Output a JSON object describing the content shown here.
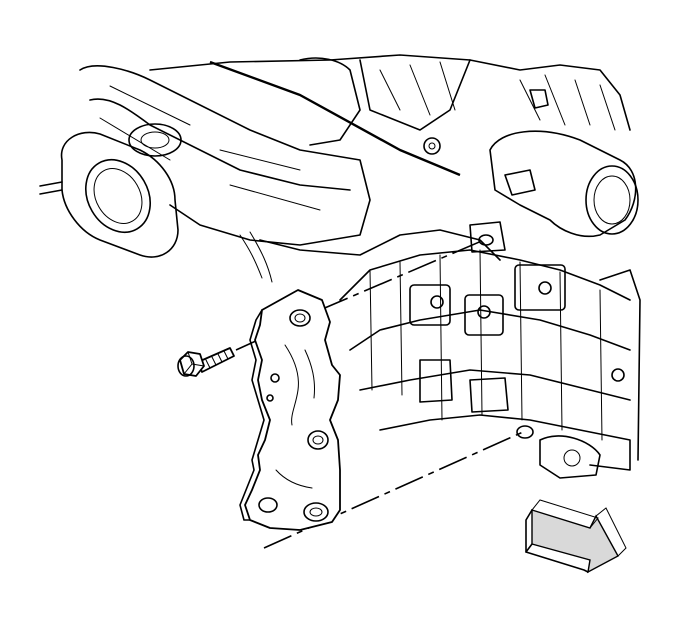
{
  "diagram": {
    "type": "service-illustration",
    "colors": {
      "line": "#000000",
      "background": "#ffffff",
      "shade": "#d9d9d9"
    },
    "parts": [
      {
        "id": "engine-block",
        "icon": "engine-block-icon"
      },
      {
        "id": "bracket",
        "icon": "bracket-icon"
      },
      {
        "id": "bolt",
        "icon": "bolt-icon"
      },
      {
        "id": "front-arrow",
        "icon": "arrow-icon"
      }
    ],
    "text": []
  }
}
